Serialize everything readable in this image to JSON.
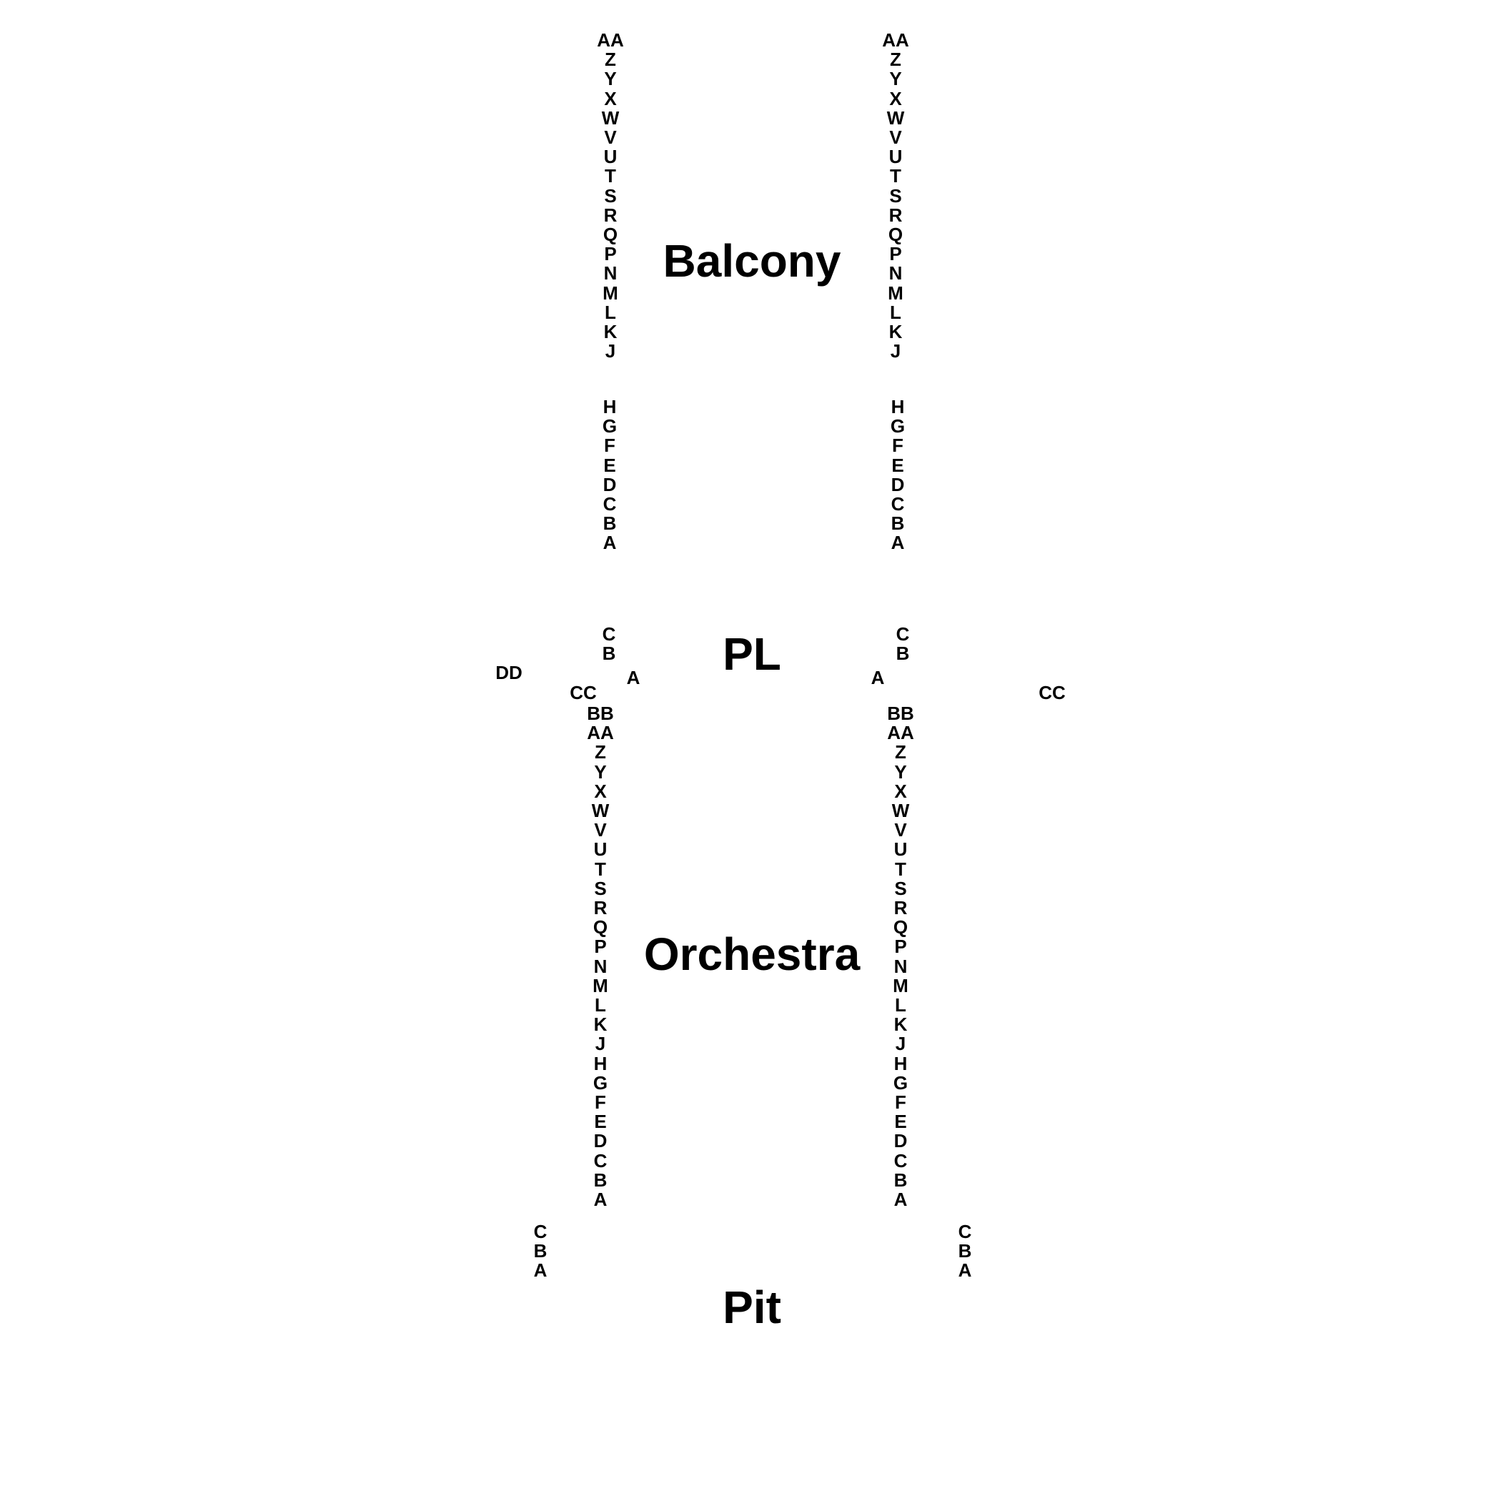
{
  "sections": {
    "balcony": "Balcony",
    "pl": "PL",
    "orchestra": "Orchestra",
    "pit": "Pit"
  },
  "balcony_rows_upper": [
    "AA",
    "Z",
    "Y",
    "X",
    "W",
    "V",
    "U",
    "T",
    "S",
    "R",
    "Q",
    "P",
    "N",
    "M",
    "L",
    "K",
    "J"
  ],
  "balcony_rows_lower": [
    "H",
    "G",
    "F",
    "E",
    "D",
    "C",
    "B",
    "A"
  ],
  "pl_rows": [
    "C",
    "B"
  ],
  "pl_row_a": "A",
  "box_left_dd": "DD",
  "box_left_cc": "CC",
  "box_right_cc": "CC",
  "orchestra_rows": [
    "BB",
    "AA",
    "Z",
    "Y",
    "X",
    "W",
    "V",
    "U",
    "T",
    "S",
    "R",
    "Q",
    "P",
    "N",
    "M",
    "L",
    "K",
    "J",
    "H",
    "G",
    "F",
    "E",
    "D",
    "C",
    "B",
    "A"
  ],
  "pit_rows": [
    "C",
    "B",
    "A"
  ]
}
